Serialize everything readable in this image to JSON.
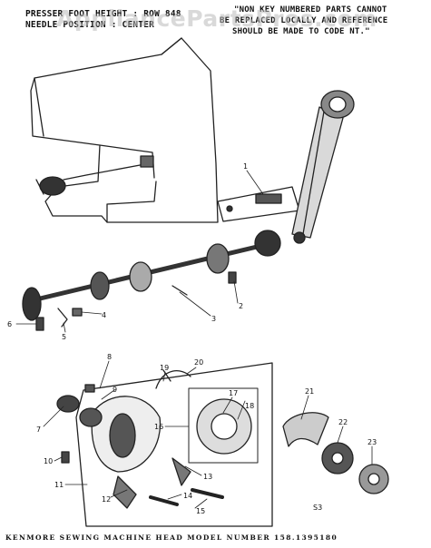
{
  "header": {
    "left_line1": "PRESSER FOOT HEIGHT : ROW 848",
    "left_line2": "NEEDLE POSITION : CENTER",
    "right_line1": "\"NON KEY NUMBERED PARTS CANNOT",
    "right_line2": "BE REPLACED LOCALLY AND REFERENCE",
    "right_line3": "SHOULD BE MADE TO CODE NT.\""
  },
  "watermark": "AppliancePartsPros.com",
  "callouts": [
    "1",
    "2",
    "3",
    "4",
    "5",
    "6",
    "7",
    "8",
    "9",
    "10",
    "11",
    "12",
    "13",
    "14",
    "15",
    "16",
    "17",
    "18",
    "19",
    "20",
    "21",
    "22",
    "23"
  ],
  "code": "S3",
  "caption": "KENMORE SEWING MACHINE HEAD MODEL NUMBER 158.1395180"
}
